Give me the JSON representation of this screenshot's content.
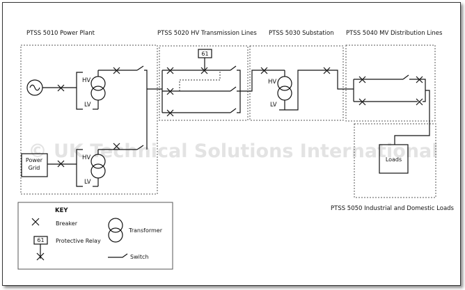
{
  "sections": {
    "power_plant": "PTSS 5010 Power Plant",
    "hv_lines": "PTSS 5020 HV Transmission Lines",
    "substation": "PTSS 5030 Substation",
    "mv_lines": "PTSS 5040 MV Distribution Lines",
    "loads_area": "PTSS 5050 Industrial and Domestic Loads"
  },
  "labels": {
    "hv": "HV",
    "lv": "LV",
    "power_grid_line1": "Power",
    "power_grid_line2": "Grid",
    "loads": "Loads",
    "relay_code": "61"
  },
  "key": {
    "title": "KEY",
    "breaker": "Breaker",
    "relay": "Protective Relay",
    "transformer": "Transformer",
    "switch": "Switch",
    "relay_code": "61"
  },
  "watermark": "© UK Technical Solutions International"
}
